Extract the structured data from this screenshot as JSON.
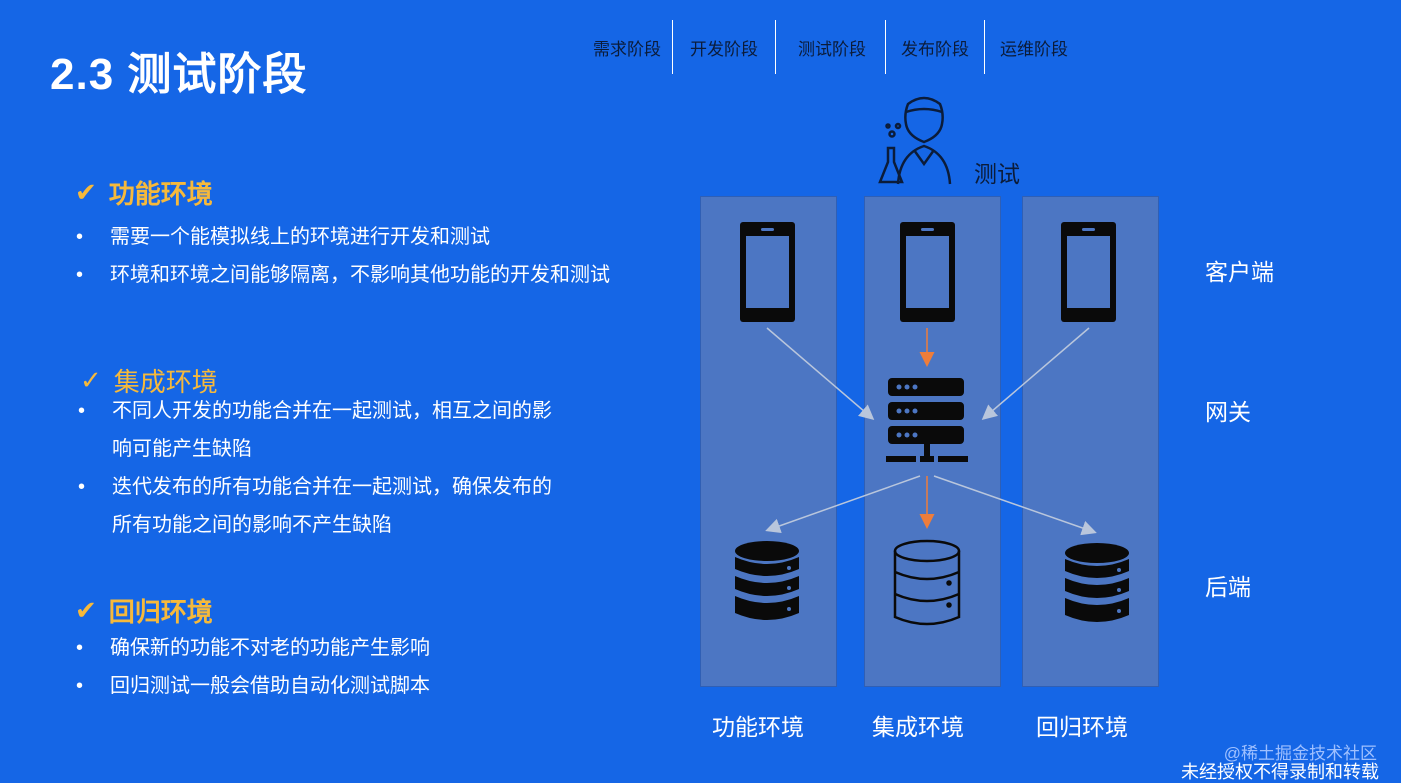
{
  "slide": {
    "title": "2.3 测试阶段"
  },
  "nav": {
    "items": [
      "需求阶段",
      "开发阶段",
      "测试阶段",
      "发布阶段",
      "运维阶段"
    ]
  },
  "sections": {
    "functional": {
      "heading": "功能环境",
      "bullets": [
        "需要一个能模拟线上的环境进行开发和测试",
        "环境和环境之间能够隔离，不影响其他功能的开发和测试"
      ]
    },
    "integration": {
      "heading": "集成环境",
      "bullets": [
        "不同人开发的功能合并在一起测试，相互之间的影",
        "响可能产生缺陷",
        "迭代发布的所有功能合并在一起测试，确保发布的",
        "所有功能之间的影响不产生缺陷"
      ]
    },
    "regression": {
      "heading": "回归环境",
      "bullets": [
        "确保新的功能不对老的功能产生影响",
        "回归测试一般会借助自动化测试脚本"
      ]
    }
  },
  "diagram": {
    "tester_label": "测试",
    "layers": [
      "客户端",
      "网关",
      "后端"
    ],
    "environments": [
      "功能环境",
      "集成环境",
      "回归环境"
    ]
  },
  "watermark": {
    "source": "@稀土掘金技术社区",
    "notice": "未经授权不得录制和转载"
  },
  "colors": {
    "background": "#1566e6",
    "heading_accent": "#f6b93b",
    "column_fill": "#4c76c3",
    "arrow_gray": "#b9c6dc",
    "arrow_orange": "#ee7d3b"
  }
}
